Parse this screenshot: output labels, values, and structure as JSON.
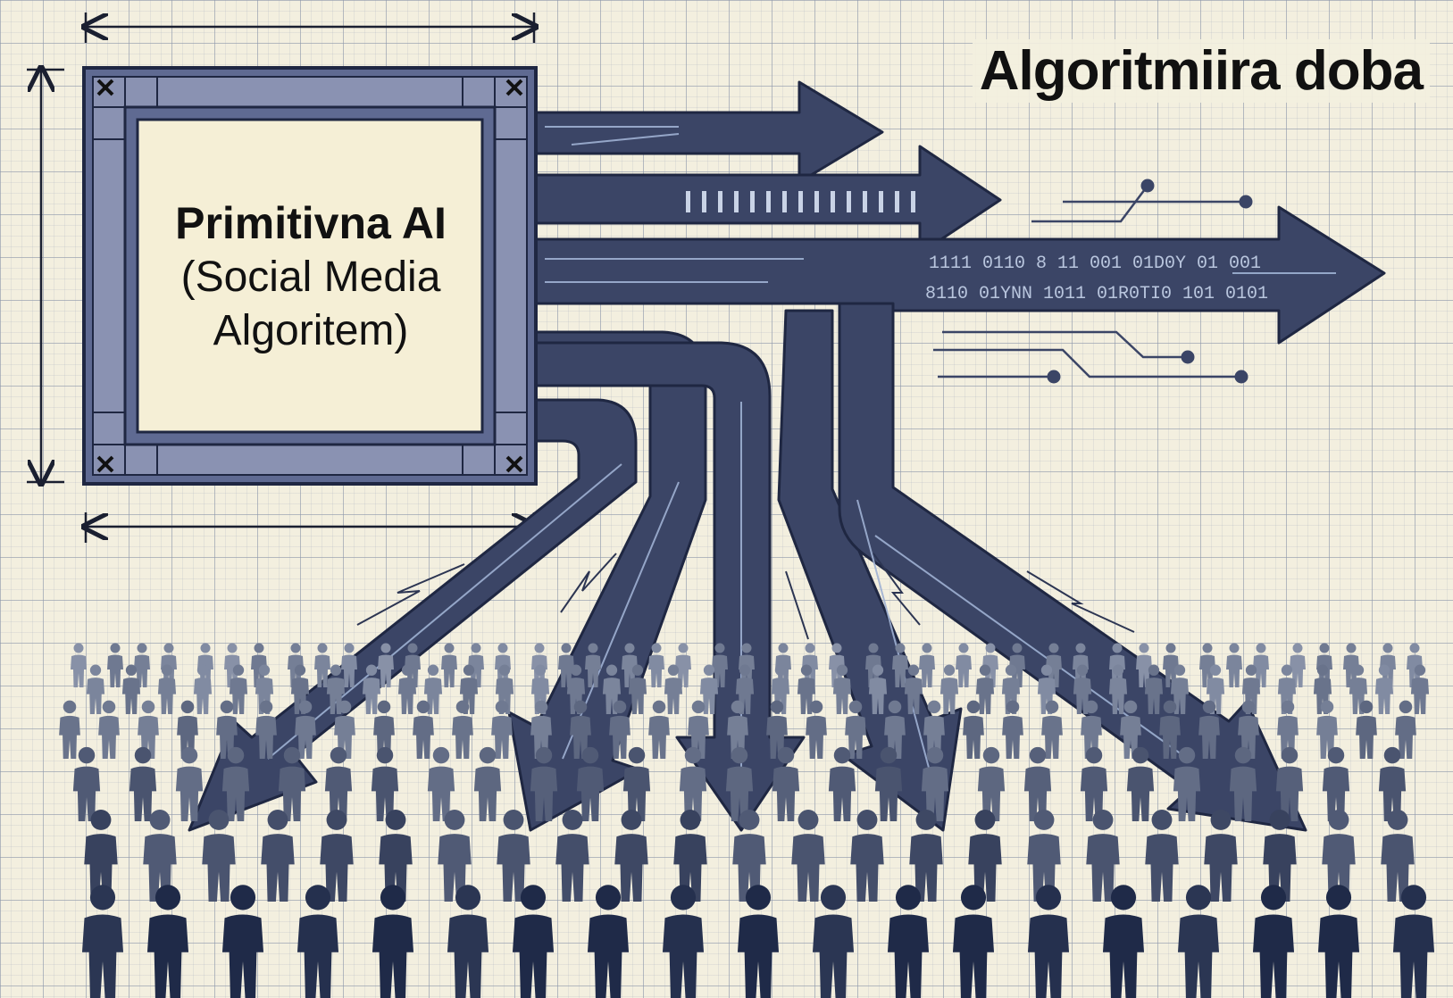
{
  "title": "Algoritmiira doba",
  "ai_box": {
    "line1": "Primitivna AI",
    "line2": "(Social Media",
    "line3": "Algoritem)"
  },
  "binary_lines": [
    "1111 0110 8 11 001 01D0Y 01 001",
    "8110 01YNN 1011 01R0TI0 101 0101"
  ],
  "colors": {
    "background": "#f3efdf",
    "grid": "#8c96aa",
    "arrow_fill": "#3b4566",
    "arrow_stroke": "#1f2742",
    "box_frame": "#5f6a92",
    "people_dark": "#1f2a48",
    "people_light": "#9aa3b8"
  },
  "icons": [
    "corner-cross-icon",
    "dimension-arrow-icon",
    "person-icon",
    "circuit-trace-icon"
  ]
}
